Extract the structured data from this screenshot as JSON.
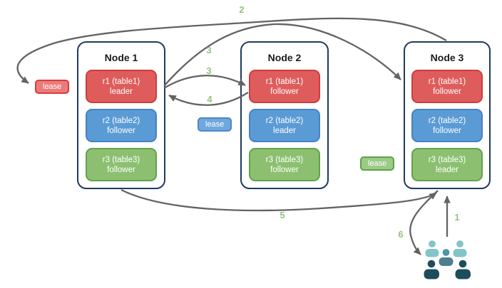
{
  "nodes": [
    {
      "title": "Node 1",
      "replicas": [
        {
          "name": "r1 (table1)",
          "role": "leader",
          "color": "red"
        },
        {
          "name": "r2 (table2)",
          "role": "follower",
          "color": "blue"
        },
        {
          "name": "r3 (table3)",
          "role": "follower",
          "color": "green"
        }
      ]
    },
    {
      "title": "Node 2",
      "replicas": [
        {
          "name": "r1 (table1)",
          "role": "follower",
          "color": "red"
        },
        {
          "name": "r2 (table2)",
          "role": "leader",
          "color": "blue"
        },
        {
          "name": "r3 (table3)",
          "role": "follower",
          "color": "green"
        }
      ]
    },
    {
      "title": "Node 3",
      "replicas": [
        {
          "name": "r1 (table1)",
          "role": "follower",
          "color": "red"
        },
        {
          "name": "r2 (table2)",
          "role": "follower",
          "color": "blue"
        },
        {
          "name": "r3 (table3)",
          "role": "leader",
          "color": "green"
        }
      ]
    }
  ],
  "leases": {
    "red": "lease",
    "blue": "lease",
    "green": "lease"
  },
  "step_labels": {
    "s1": "1",
    "s2": "2",
    "s3_to_node2": "3",
    "s3_to_node3": "3",
    "s4": "4",
    "s5": "5",
    "s6": "6"
  },
  "colors": {
    "node_border": "#1f3a5f",
    "replica_red": "#df5c5c",
    "replica_blue": "#5b9bd5",
    "replica_green": "#8cc070",
    "lease_red": "#ea7b7b",
    "lease_blue": "#6fa8dc",
    "lease_green": "#9bcb87",
    "arrow_gray": "#636363",
    "step_green": "#93c47d",
    "users_light_teal": "#82c4c7",
    "users_mid_slate": "#4e7f8e",
    "users_dark_navy": "#1e4c5c"
  }
}
